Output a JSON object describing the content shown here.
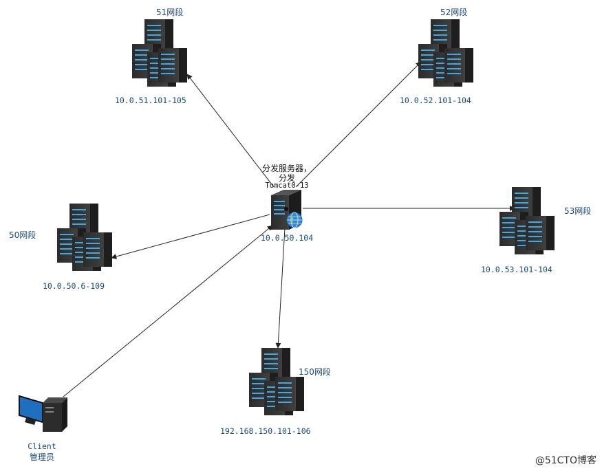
{
  "hub": {
    "title_line1": "分发服务器，",
    "title_line2": "分发",
    "title_line3": "Tomcat0-13",
    "ip": "10.0.50.104"
  },
  "segments": {
    "s51": {
      "name": "51网段",
      "ip": "10.0.51.101-105"
    },
    "s52": {
      "name": "52网段",
      "ip": "10.0.52.101-104"
    },
    "s50": {
      "name": "50网段",
      "ip": "10.0.50.6-109"
    },
    "s53": {
      "name": "53网段",
      "ip": "10.0.53.101-104"
    },
    "s150": {
      "name": "150网段",
      "ip": "192.168.150.101-106"
    }
  },
  "client": {
    "name": "Client",
    "role": "管理员"
  },
  "watermark": "@51CTO博客"
}
